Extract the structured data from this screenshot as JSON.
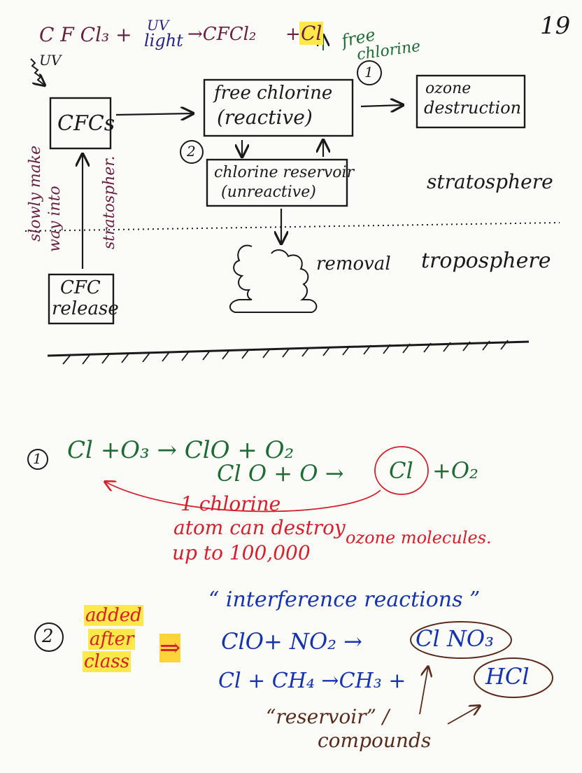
{
  "colors": {
    "ink": "#1a1a1a",
    "purple": "#6a1f3e",
    "blue": "#27238a",
    "green": "#1e6b34",
    "red": "#d81e2a",
    "brown": "#5a2a1a",
    "highlight": "#ffe84a"
  },
  "page_number": "19",
  "top_equation": {
    "reactant": "C F Cl₃ +",
    "uv_top": "UV",
    "uv_bottom": "light",
    "arrow_product": "→CFCl₂",
    "plus": "+",
    "cl": "Cl",
    "free_label_1": "free",
    "free_label_2": "chlorine"
  },
  "uv_label": "UV",
  "boxes": {
    "cfcs": "CFCs",
    "free_chlorine_1": "free chlorine",
    "free_chlorine_2": "(reactive)",
    "ozone_1": "ozone",
    "ozone_2": "destruction",
    "reservoir_1": "chlorine reservoir",
    "reservoir_2": "(unreactive)",
    "cfc_release_1": "CFC",
    "cfc_release_2": "release"
  },
  "markers": {
    "one": "1",
    "two": "2"
  },
  "side_note_1": "slowly make",
  "side_note_2": "way into",
  "side_note_3": "stratospher.",
  "layer_labels": {
    "stratosphere": "stratosphere",
    "troposphere": "troposphere",
    "removal": "removal"
  },
  "reaction1": {
    "marker": "1",
    "line1": "Cl +O₃ → ClO + O₂",
    "line2_left": "Cl O + O →",
    "line2_cl": "Cl",
    "line2_right": "+O₂",
    "note1": "1 chlorine",
    "note2": "atom can destroy",
    "note3_a": "up to 100,000",
    "note3_b": "ozone molecules."
  },
  "reaction2": {
    "marker": "2",
    "added_1": "added",
    "added_2": "after",
    "added_3": "class",
    "arrow": "⇒",
    "title": "“ interference reactions ”",
    "line1_left": "ClO+ NO₂ →",
    "line1_product": "Cl NO₃",
    "line2_left": "Cl + CH₄ →CH₃ +",
    "line2_product": "HCl",
    "reservoir_1": "“reservoir” /",
    "reservoir_2": "compounds"
  }
}
